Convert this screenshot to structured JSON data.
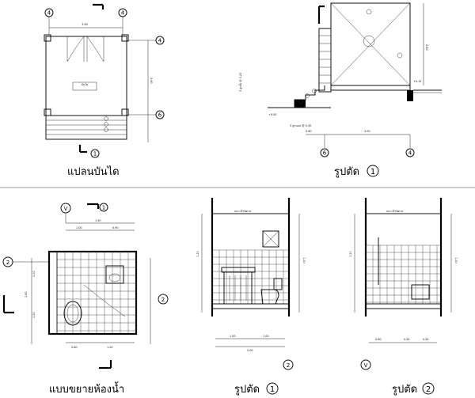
{
  "titles": {
    "stair_plan": "แปลนบันได",
    "stair_section": "รูปตัด",
    "stair_section_no": "1",
    "bath_plan": "แบบขยายห้องน้ำ",
    "bath_section1": "รูปตัด",
    "bath_section1_no": "1",
    "bath_section2": "รูปตัด",
    "bath_section2_no": "2"
  },
  "grid": {
    "A": "4",
    "B": "6",
    "C": "6",
    "D": "4",
    "E": "2",
    "F": "V",
    "G": "2",
    "H": "V",
    "I": "1",
    "J": "1",
    "K": "2",
    "L": "2",
    "M": "2",
    "N": "1",
    "O": "V"
  },
  "dims": {
    "stair_top": "3.60",
    "stair_side": "3.60",
    "stair_bottom_1": "3.00",
    "stair_bottom_2": "0.60",
    "sec_height": "2.80",
    "bath_top": "1.90",
    "bath_top_a": "1.00",
    "bath_top_b": "0.90",
    "bath_left": "2.60",
    "bath_bottom_a": "0.80",
    "bath_bottom_b": "1.20",
    "s1_bottom": "2.00",
    "s1_a": "1.00",
    "s1_b": "1.00",
    "s2_a": "0.80",
    "s2_b": "0.45",
    "s2_c": "0.45",
    "h1": "1.00",
    "h2": "1.20",
    "h3": "0.80"
  },
  "notes": {
    "ceiling": "แนว ฝ้าเพดาน",
    "stair_label": "บันได",
    "level": "+0.15",
    "floor_level": "+0.00",
    "riser": "3 ลูกตั้ง @ 0.20",
    "tread": "3 ลูกนอน @ 0.30"
  }
}
